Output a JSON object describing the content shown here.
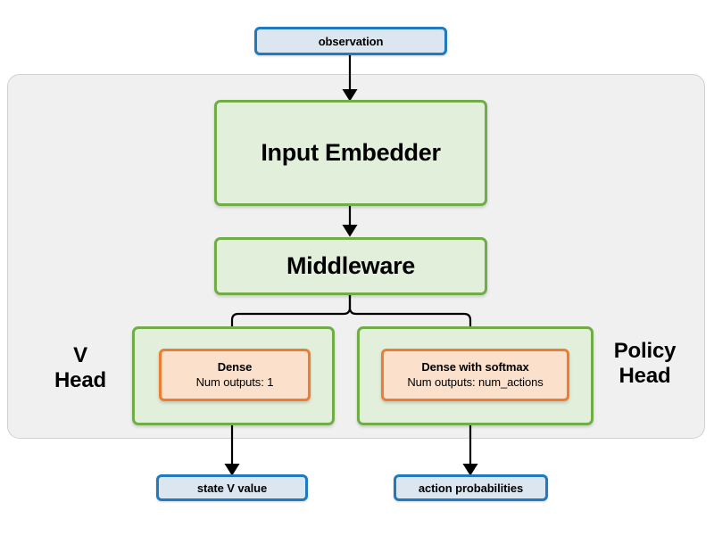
{
  "diagram": {
    "title_semantics": "actor-critic network architecture",
    "colors": {
      "panel_bg": "#f0f0f0",
      "panel_border": "#d0d0d0",
      "io_fill": "#dce6f1",
      "io_border": "#1f7ac0",
      "green_fill": "#e2efda",
      "green_border": "#70ad47",
      "orange_fill": "#fbe1cc",
      "orange_border": "#ed7d31",
      "arrow": "#000000",
      "text": "#000000"
    },
    "input": {
      "label": "observation"
    },
    "blocks": {
      "input_embedder": "Input Embedder",
      "middleware": "Middleware"
    },
    "heads": {
      "v": {
        "side_label_line1": "V",
        "side_label_line2": "Head",
        "dense_title": "Dense",
        "dense_sub": "Num outputs: 1"
      },
      "policy": {
        "side_label_line1": "Policy",
        "side_label_line2": "Head",
        "dense_title": "Dense with softmax",
        "dense_sub": "Num outputs: num_actions"
      }
    },
    "outputs": {
      "state_value": "state V value",
      "action_probabilities": "action probabilities"
    },
    "icons": {
      "arrow_down": "arrow-down-icon",
      "branch": "branch-split-icon"
    }
  }
}
